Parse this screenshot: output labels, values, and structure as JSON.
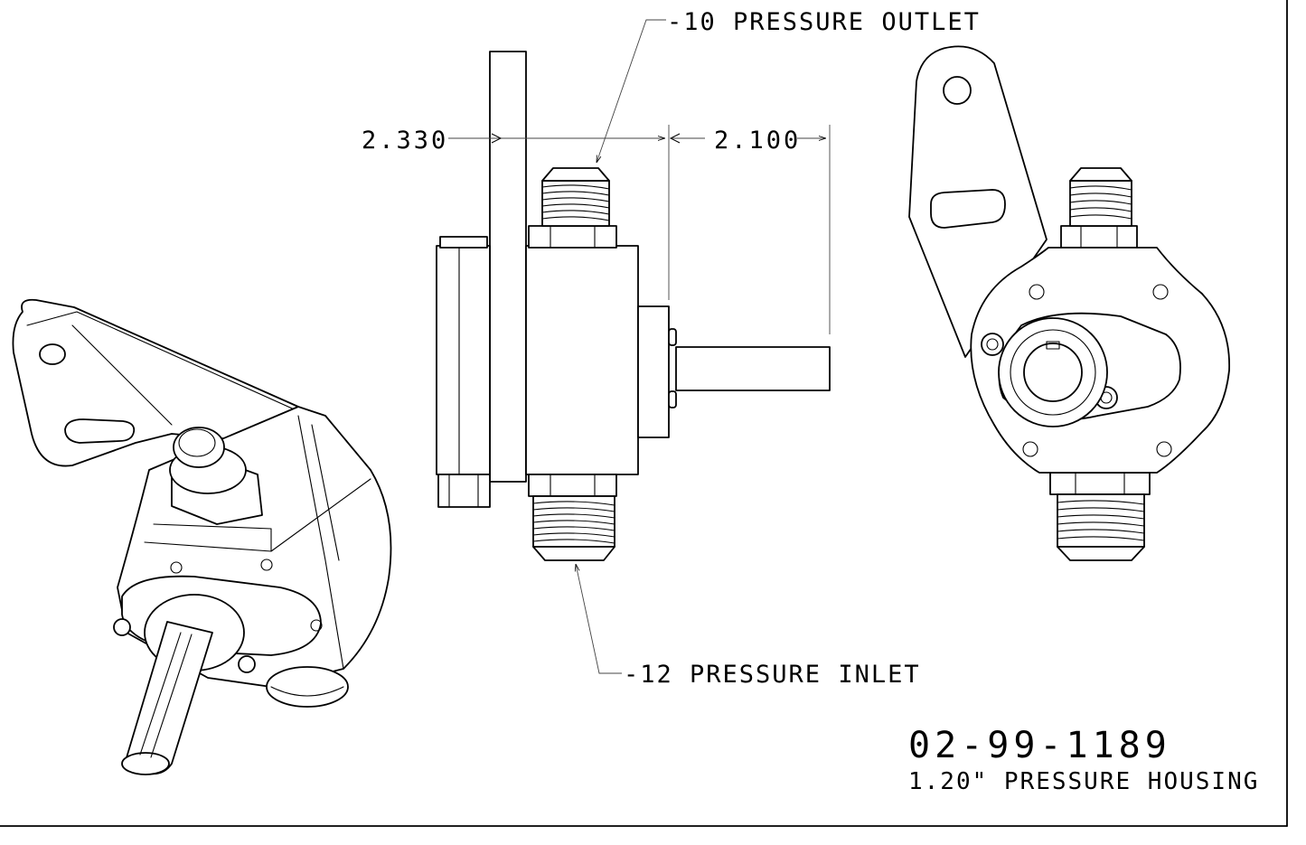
{
  "drawing": {
    "labels": {
      "outlet": "-10 PRESSURE OUTLET",
      "inlet": "-12 PRESSURE INLET"
    },
    "dimensions": {
      "left": "2.330",
      "right": "2.100"
    },
    "title_block": {
      "part_number": "02-99-1189",
      "description": "1.20\" PRESSURE HOUSING"
    }
  }
}
